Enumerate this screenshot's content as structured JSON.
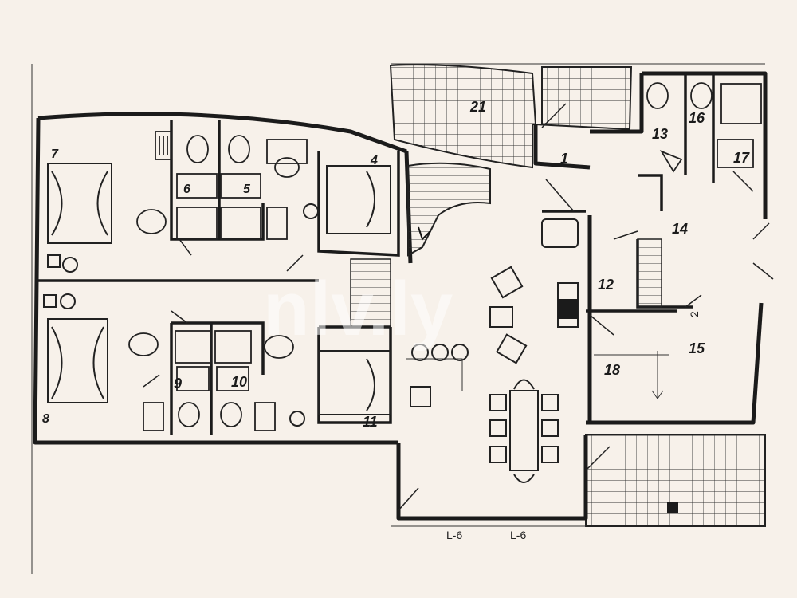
{
  "rooms": [
    {
      "num": "1"
    },
    {
      "num": "4"
    },
    {
      "num": "5"
    },
    {
      "num": "6"
    },
    {
      "num": "7"
    },
    {
      "num": "8"
    },
    {
      "num": "9"
    },
    {
      "num": "10"
    },
    {
      "num": "11"
    },
    {
      "num": "12"
    },
    {
      "num": "13"
    },
    {
      "num": "14"
    },
    {
      "num": "15"
    },
    {
      "num": "16"
    },
    {
      "num": "17"
    },
    {
      "num": "18"
    },
    {
      "num": "21"
    }
  ],
  "labels": {
    "level_left": "L-6",
    "level_right": "L-6",
    "side_mark": "2"
  },
  "watermark": "nlv.ly",
  "colors": {
    "paper": "#f7f1ea",
    "ink": "#1b1b1b"
  }
}
